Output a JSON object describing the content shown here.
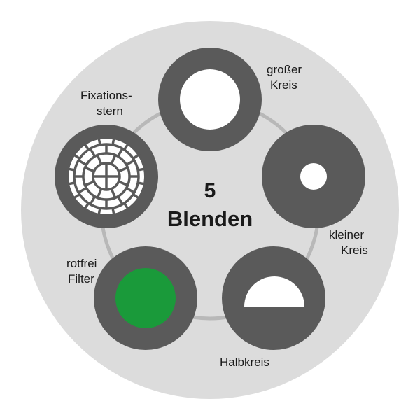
{
  "center": {
    "line1": "5",
    "line2": "Blenden"
  },
  "apertures": [
    {
      "id": "grosser-kreis",
      "label_line1": "großer",
      "label_line2": "Kreis",
      "inner": "large-circle"
    },
    {
      "id": "kleiner-kreis",
      "label_line1": "kleiner",
      "label_line2": "Kreis",
      "inner": "small-circle"
    },
    {
      "id": "halbkreis",
      "label_line1": "Halbkreis",
      "label_line2": "",
      "inner": "half-circle"
    },
    {
      "id": "rotfrei-filter",
      "label_line1": "rotfrei",
      "label_line2": "Filter",
      "inner": "green-filter"
    },
    {
      "id": "fixationsstern",
      "label_line1": "Fixations-",
      "label_line2": "stern",
      "inner": "fixation-star"
    }
  ],
  "colors": {
    "disk": "#dcdcdc",
    "ring": "#5a5a5a",
    "track": "#b8b8b8",
    "hole": "#ffffff",
    "green_filter": "#1a9a3a",
    "text": "#1a1a1a"
  }
}
